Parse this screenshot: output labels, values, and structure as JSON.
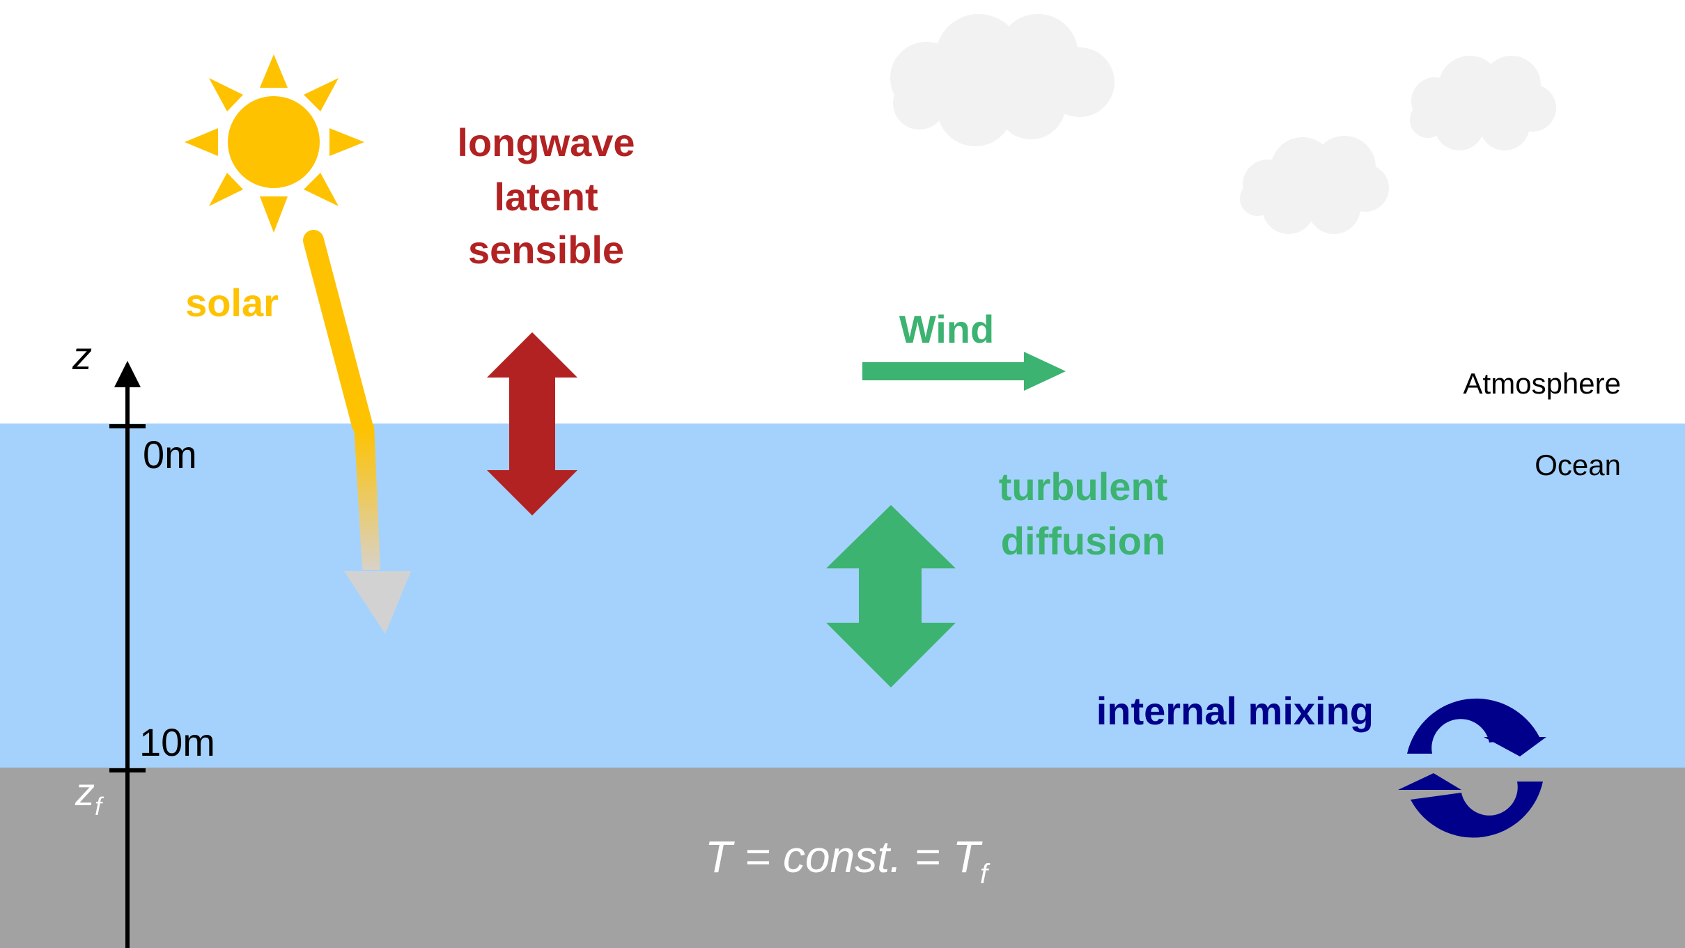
{
  "labels": {
    "solar": "solar",
    "heat_flux_line1": "longwave",
    "heat_flux_line2": "latent",
    "heat_flux_line3": "sensible",
    "wind": "Wind",
    "atmosphere": "Atmosphere",
    "ocean": "Ocean",
    "turbulent_line1": "turbulent",
    "turbulent_line2": "diffusion",
    "internal_mixing": "internal mixing",
    "axis_z": "z",
    "tick_0m": "0m",
    "tick_10m": "10m",
    "z_f_base": "z",
    "z_f_sub": "f",
    "bottom_eq_main": "T = const. = T",
    "bottom_eq_sub": "f"
  },
  "colors": {
    "sky": "#ffffff",
    "ocean": "#a5d2fc",
    "seabed": "#a2a2a2",
    "sun": "#fec200",
    "heat_flux": "#b22222",
    "wind": "#3cb371",
    "mixing": "#00008b",
    "cloud": "#f2f2f2",
    "axis": "#000000",
    "bottom_text": "#ffffff"
  },
  "icons": [
    "sun-icon",
    "cloud-icon",
    "wind-arrow-icon",
    "heat-flux-arrow-icon",
    "turbulent-diffusion-arrow-icon",
    "internal-mixing-cycle-icon",
    "solar-ray-arrow-icon"
  ]
}
